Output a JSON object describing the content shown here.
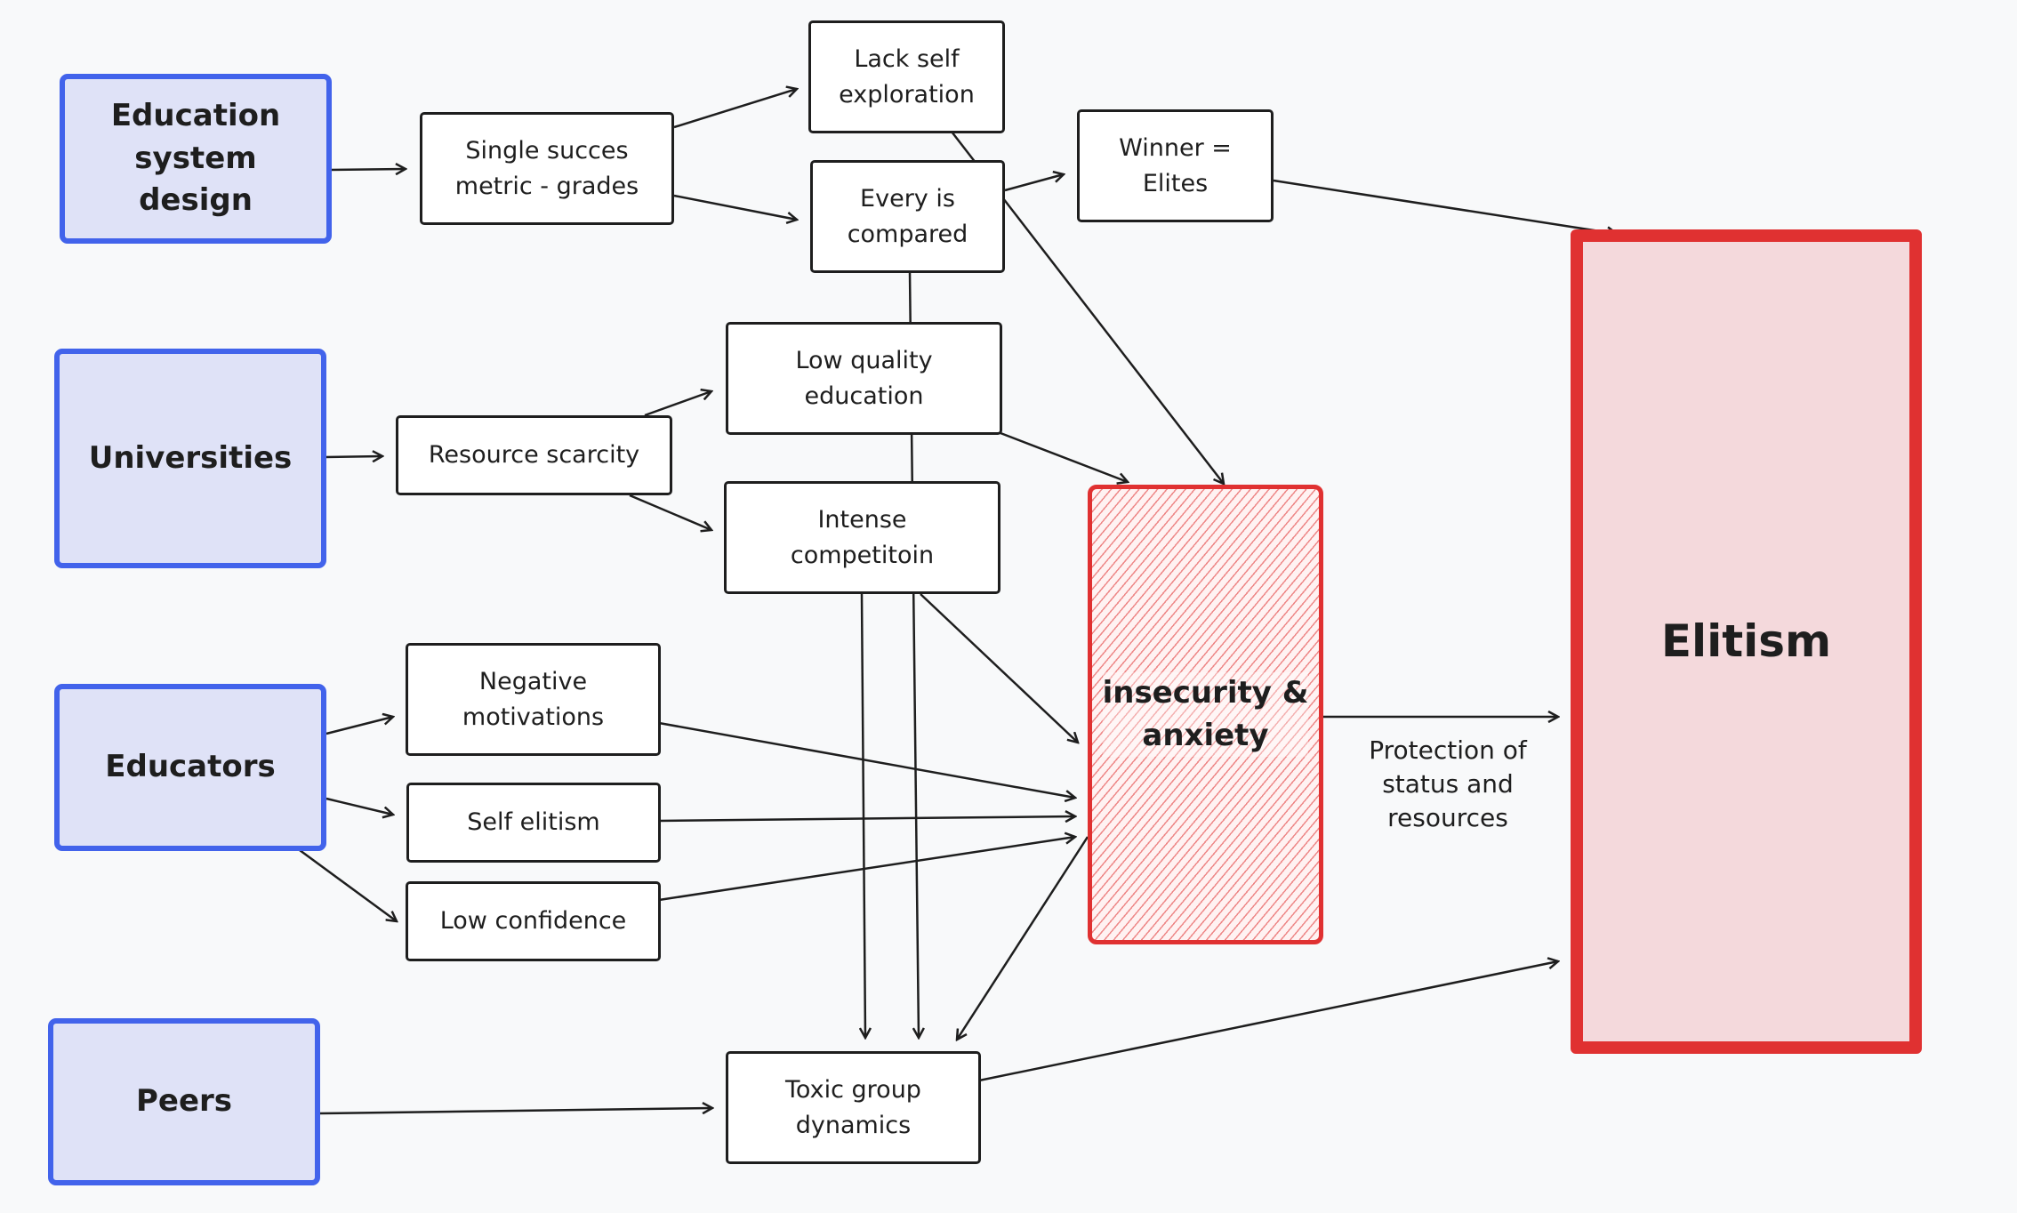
{
  "colors": {
    "source_border": "#4263eb",
    "source_fill": "#dfe2f7",
    "outcome_border": "#e03131",
    "outcome_fill": "#f4d9dc",
    "anxiety_hatch": "#e03131",
    "stroke": "#1e1e1e",
    "background": "#f8f9fa"
  },
  "sources": {
    "education_system_design": "Education\nsystem\ndesign",
    "universities": "Universities",
    "educators": "Educators",
    "peers": "Peers"
  },
  "factors": {
    "single_success_metric": "Single succes\nmetric - grades",
    "lack_self_exploration": "Lack self\nexploration",
    "every_is_compared": "Every is\ncompared",
    "winner_elites": "Winner =\nElites",
    "resource_scarcity": "Resource scarcity",
    "low_quality_education": "Low quality\neducation",
    "intense_competition": "Intense\ncompetitoin",
    "negative_motivations": "Negative\nmotivations",
    "self_elitism": "Self elitism",
    "low_confidence": "Low confidence",
    "toxic_group_dynamics": "Toxic group\ndynamics"
  },
  "insecurity": "insecurity &\nanxiety",
  "outcome": "Elitism",
  "edge_label": "Protection of\nstatus and\nresources"
}
